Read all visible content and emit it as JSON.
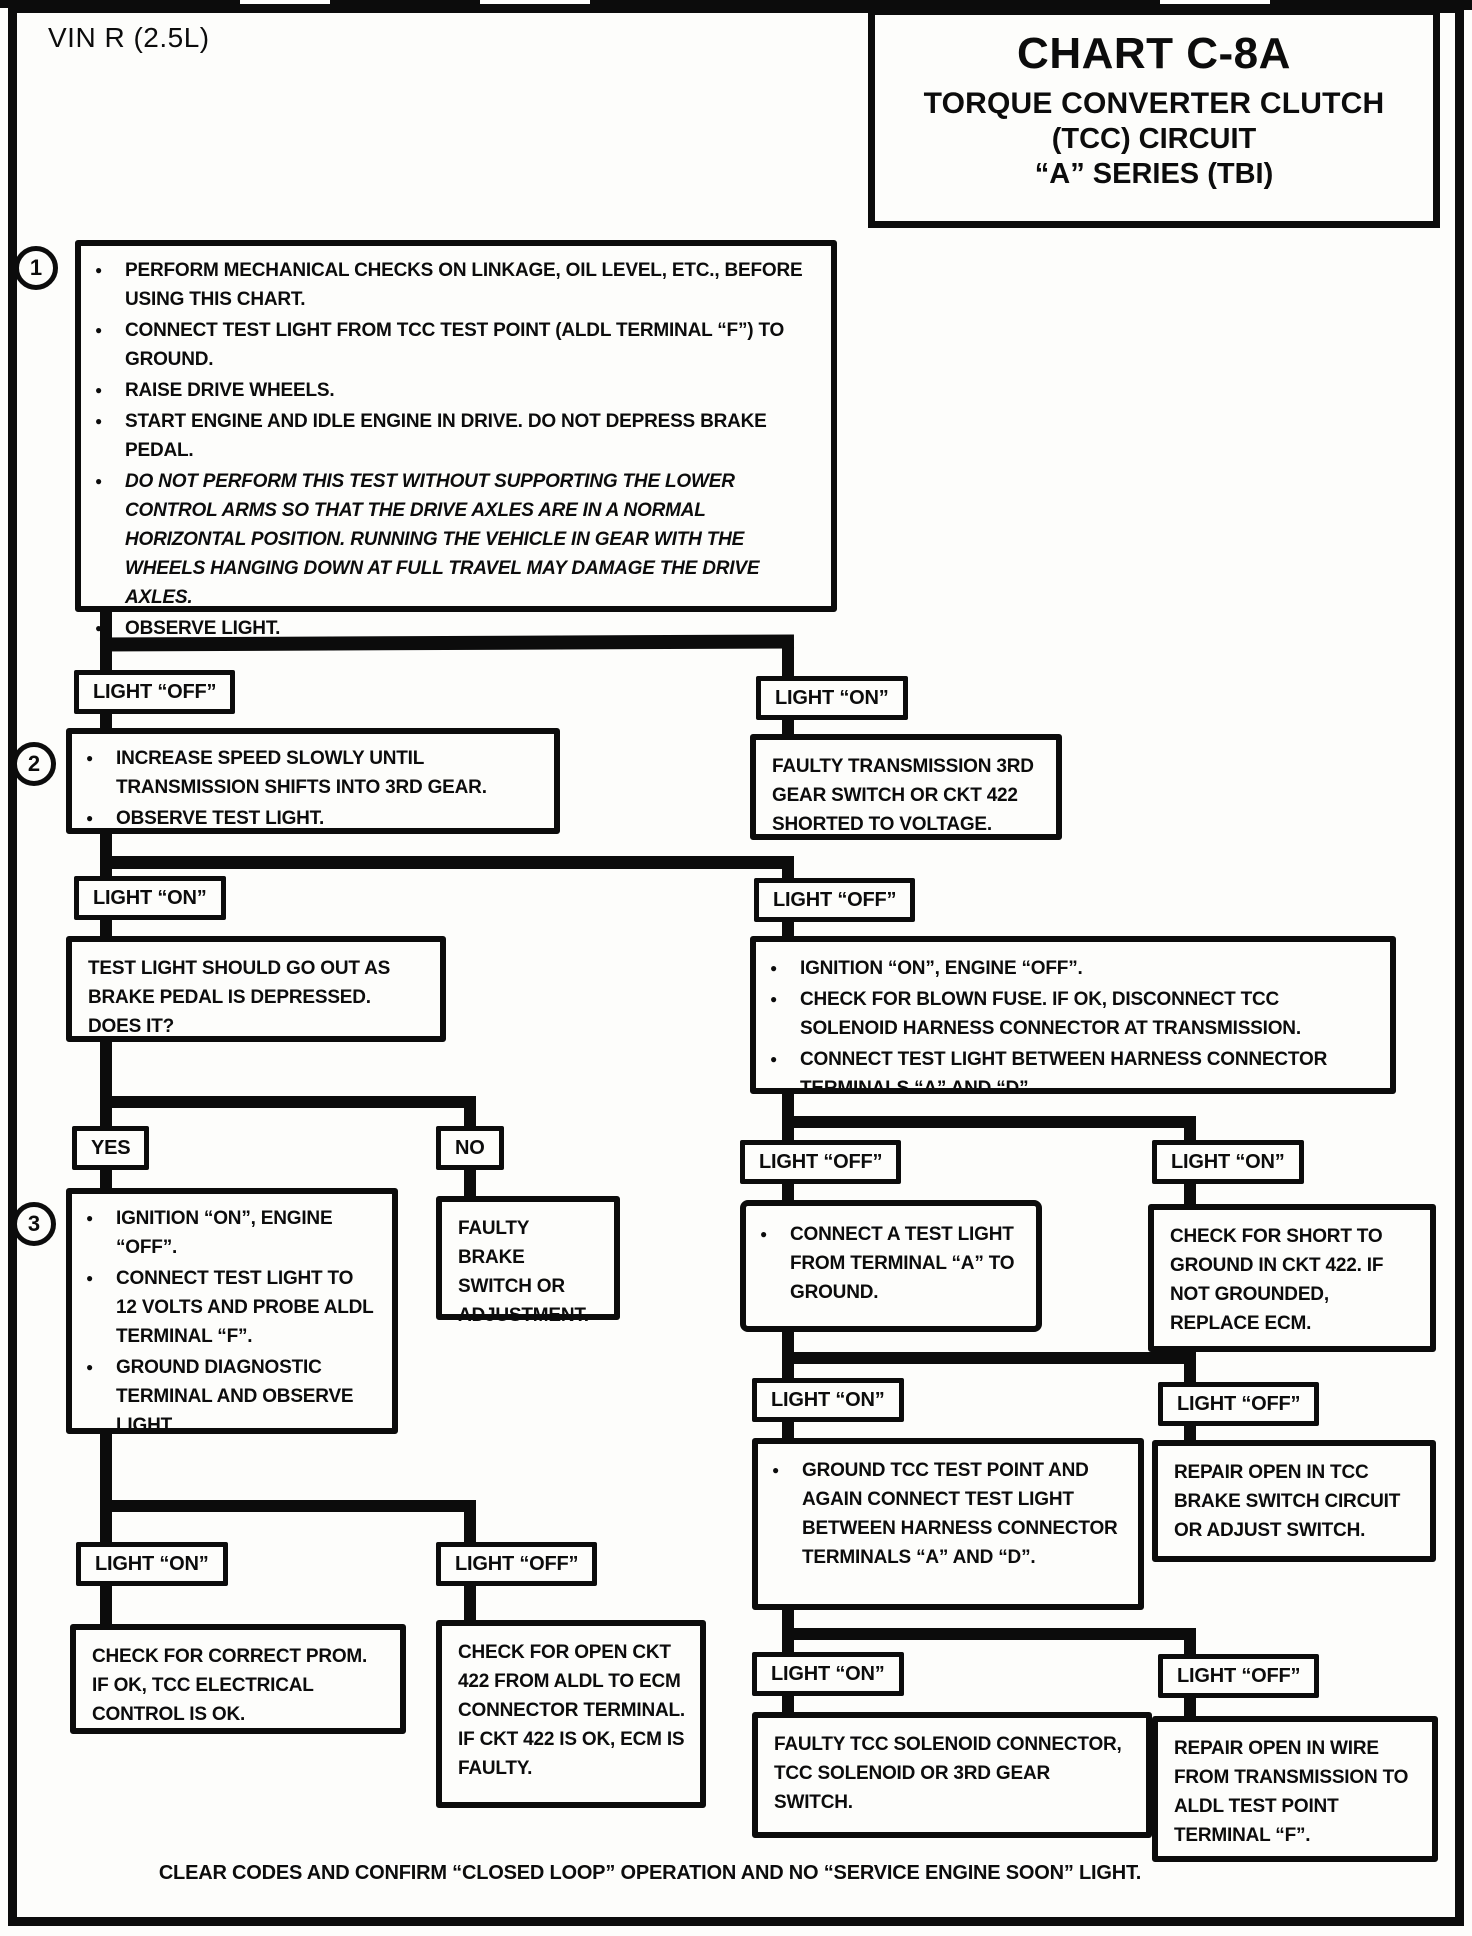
{
  "page": {
    "vin": "VIN R (2.5L)",
    "footer": "CLEAR CODES AND CONFIRM “CLOSED LOOP” OPERATION AND NO “SERVICE ENGINE SOON” LIGHT."
  },
  "title": {
    "chart": "CHART C-8A",
    "line2": "TORQUE CONVERTER CLUTCH",
    "line3": "(TCC) CIRCUIT",
    "line4": "“A” SERIES  (TBI)"
  },
  "steps": {
    "s1": "1",
    "s2": "2",
    "s3": "3"
  },
  "labels": {
    "on": "LIGHT “ON”",
    "off": "LIGHT “OFF”",
    "yes": "YES",
    "no": "NO"
  },
  "nodes": {
    "precheck": {
      "bullets": [
        "PERFORM MECHANICAL CHECKS ON LINKAGE, OIL LEVEL, ETC., BEFORE USING THIS CHART.",
        "CONNECT TEST LIGHT FROM TCC TEST POINT (ALDL TERMINAL “F”) TO GROUND.",
        "RAISE DRIVE WHEELS.",
        "START ENGINE AND IDLE ENGINE IN DRIVE.  DO NOT DEPRESS BRAKE PEDAL.",
        "DO NOT PERFORM THIS TEST WITHOUT SUPPORTING THE LOWER CONTROL ARMS SO THAT THE DRIVE AXLES ARE IN A NORMAL HORIZONTAL POSITION.  RUNNING THE VEHICLE IN GEAR WITH THE WHEELS HANGING DOWN AT FULL TRAVEL MAY DAMAGE THE DRIVE AXLES.",
        "OBSERVE LIGHT."
      ]
    },
    "increase_speed": {
      "bullets": [
        "INCREASE SPEED SLOWLY UNTIL TRANSMISSION SHIFTS INTO 3RD GEAR.",
        "OBSERVE TEST LIGHT."
      ]
    },
    "faulty_trans_switch": {
      "text": "FAULTY TRANSMISSION 3RD GEAR SWITCH OR CKT 422 SHORTED TO VOLTAGE."
    },
    "brake_test": {
      "text": "TEST LIGHT SHOULD GO OUT AS BRAKE PEDAL IS DEPRESSED. DOES IT?"
    },
    "fuse_harness": {
      "bullets": [
        "IGNITION “ON”,  ENGINE “OFF”.",
        "CHECK FOR BLOWN FUSE.  IF OK, DISCONNECT TCC SOLENOID HARNESS CONNECTOR AT TRANSMISSION.",
        "CONNECT TEST LIGHT BETWEEN HARNESS CONNECTOR TERMINALS “A” AND “D” ."
      ]
    },
    "probe_aldl": {
      "bullets": [
        "IGNITION “ON”, ENGINE “OFF”.",
        "CONNECT TEST LIGHT TO 12 VOLTS AND PROBE ALDL TERMINAL “F”.",
        "GROUND DIAGNOSTIC TERMINAL AND OBSERVE LIGHT."
      ]
    },
    "faulty_brake_switch": {
      "text": "FAULTY BRAKE SWITCH OR ADJUSTMENT."
    },
    "connect_terminal_a": {
      "bullets": [
        "CONNECT A TEST LIGHT FROM TERMINAL “A” TO GROUND."
      ]
    },
    "check_short_ckt422": {
      "text": "CHECK FOR SHORT TO GROUND IN CKT 422.  IF NOT GROUNDED, REPLACE ECM."
    },
    "ground_tcc_test_point": {
      "bullets": [
        "GROUND TCC TEST POINT AND AGAIN CONNECT TEST LIGHT BETWEEN  HARNESS CONNECTOR TERMINALS “A” AND “D”."
      ]
    },
    "repair_tcc_brake_switch": {
      "text": "REPAIR OPEN IN TCC BRAKE SWITCH CIRCUIT OR ADJUST SWITCH."
    },
    "check_prom": {
      "text": "CHECK FOR CORRECT PROM. IF OK, TCC ELECTRICAL CONTROL IS OK."
    },
    "check_open_ckt422": {
      "text": "CHECK FOR OPEN CKT 422 FROM ALDL TO ECM CONNECTOR TERMINAL.  IF CKT 422 IS OK, ECM IS FAULTY."
    },
    "faulty_tcc_solenoid": {
      "text": "FAULTY TCC SOLENOID CONNECTOR, TCC SOLENOID OR 3RD GEAR SWITCH."
    },
    "repair_open_wire": {
      "text": "REPAIR OPEN IN WIRE FROM TRANSMISSION TO ALDL TEST POINT TERMINAL “F”."
    }
  }
}
